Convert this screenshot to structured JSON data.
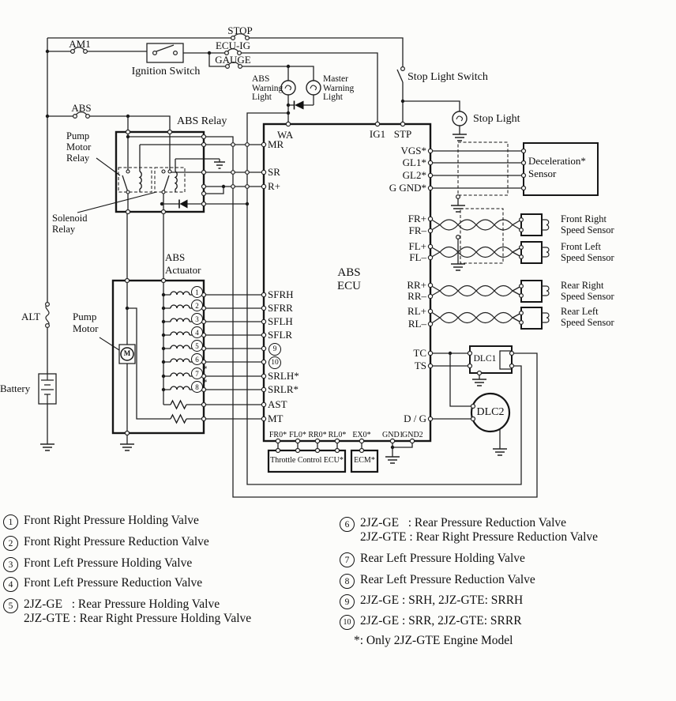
{
  "fuses": {
    "stop": "STOP",
    "am1": "AM1",
    "ecu_ig": "ECU-IG",
    "gauge": "GAUGE",
    "abs": "ABS",
    "alt": "ALT"
  },
  "components": {
    "ignition_switch": "Ignition Switch",
    "abs_warning_light": "ABS\nWarning\nLight",
    "master_warning_light": "Master\nWarning\nLight",
    "stop_light_switch": "Stop Light Switch",
    "stop_light": "Stop Light",
    "battery": "Battery",
    "pump_motor": "Pump\nMotor",
    "motor_letter": "M",
    "deceleration_sensor": "Deceleration*\nSensor",
    "dlc1": "DLC1",
    "dlc2": "DLC2",
    "throttle_control_ecu": "Throttle Control ECU*",
    "ecm": "ECM*"
  },
  "relay": {
    "title": "ABS Relay",
    "pump_motor_relay": "Pump\nMotor\nRelay",
    "solenoid_relay": "Solenoid\nRelay"
  },
  "actuator": {
    "title": "ABS\nActuator",
    "valve_numbers": [
      "1",
      "2",
      "3",
      "4",
      "5",
      "6",
      "7",
      "8"
    ],
    "asterisk": "*"
  },
  "ecu": {
    "title": "ABS\nECU",
    "left_pins": [
      "WA",
      "MR",
      "SR",
      "R+",
      "SFRH",
      "SFRR",
      "SFLH",
      "SFLR",
      "9",
      "10",
      "SRLH*",
      "SRLR*",
      "AST",
      "MT"
    ],
    "top_pins": [
      "IG1",
      "STP"
    ],
    "right_pins": [
      "VGS*",
      "GL1*",
      "GL2*",
      "G GND*",
      "FR+",
      "FR–",
      "FL+",
      "FL–",
      "RR+",
      "RR–",
      "RL+",
      "RL–",
      "TC",
      "TS",
      "D / G"
    ],
    "bottom_pins": [
      "FR0*",
      "FL0*",
      "RR0*",
      "RL0*",
      "EX0*",
      "GND1",
      "GND2"
    ]
  },
  "speed_sensors": [
    "Front Right\nSpeed Sensor",
    "Front Left\nSpeed Sensor",
    "Rear Right\nSpeed Sensor",
    "Rear Left\nSpeed Sensor"
  ],
  "legend": {
    "left": [
      {
        "num": "1",
        "text": "Front Right Pressure Holding Valve"
      },
      {
        "num": "2",
        "text": "Front Right Pressure Reduction Valve"
      },
      {
        "num": "3",
        "text": "Front Left Pressure Holding Valve"
      },
      {
        "num": "4",
        "text": "Front Left Pressure Reduction Valve"
      },
      {
        "num": "5",
        "text": "2JZ-GE   : Rear Pressure Holding Valve\n2JZ-GTE : Rear Right Pressure Holding Valve"
      }
    ],
    "right": [
      {
        "num": "6",
        "text": "2JZ-GE   : Rear Pressure Reduction Valve\n2JZ-GTE : Rear Right Pressure Reduction Valve"
      },
      {
        "num": "7",
        "text": "Rear Left Pressure Holding Valve"
      },
      {
        "num": "8",
        "text": "Rear Left Pressure Reduction Valve"
      },
      {
        "num": "9",
        "text": "2JZ-GE : SRH, 2JZ-GTE: SRRH"
      },
      {
        "num": "10",
        "text": "2JZ-GE : SRR, 2JZ-GTE: SRRR"
      }
    ],
    "footnote": "*: Only 2JZ-GTE Engine Model"
  }
}
